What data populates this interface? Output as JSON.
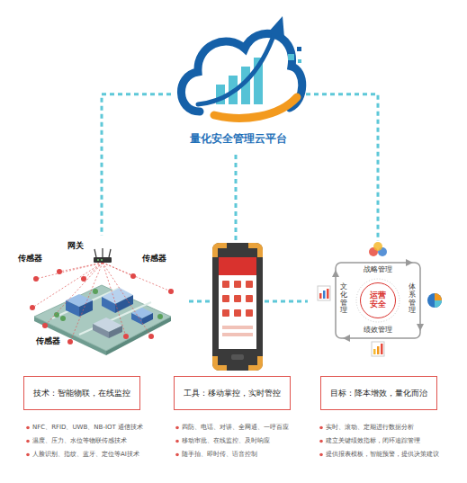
{
  "diagram": {
    "nodes": [
      {
        "text": [
          "量化安全管理云平台"
        ]
      },
      {
        "text": [
          "网关",
          "传感器",
          "传感器",
          "传感器"
        ]
      },
      {
        "text": [
          "战略管理",
          "体系管理",
          "绩效管理",
          "文化管理"
        ]
      },
      {
        "text": [
          "运营安全"
        ],
        "in": 2
      },
      {
        "text": [
          "技术：智能物联，在线监控"
        ]
      },
      {
        "text": [
          "工具：移动掌控，实时管控"
        ]
      },
      {
        "text": [
          "目标：降本增效，量化而治"
        ]
      }
    ],
    "edges": [
      {
        "from": 0,
        "to": 1,
        "arrow": "none"
      },
      {
        "from": 0,
        "to": 2,
        "arrow": "none"
      }
    ],
    "labels": [
      "NFC、RFID、UWB、NB-IOT 通信技术",
      "温度、压力、水位等物联传感技术",
      "人脸识别、指纹、蓝牙、定位等AI技术",
      "四防、电话、对讲、全网通、一呼百应",
      "移动审批、在线监控、及时响应",
      "随手拍、即时传、语音控制",
      "实时、滚动、定期进行数据分析",
      "建立关键绩效指标，闭环追踪管理",
      "提供报表模板，智能预警，提供决策建议"
    ]
  }
}
